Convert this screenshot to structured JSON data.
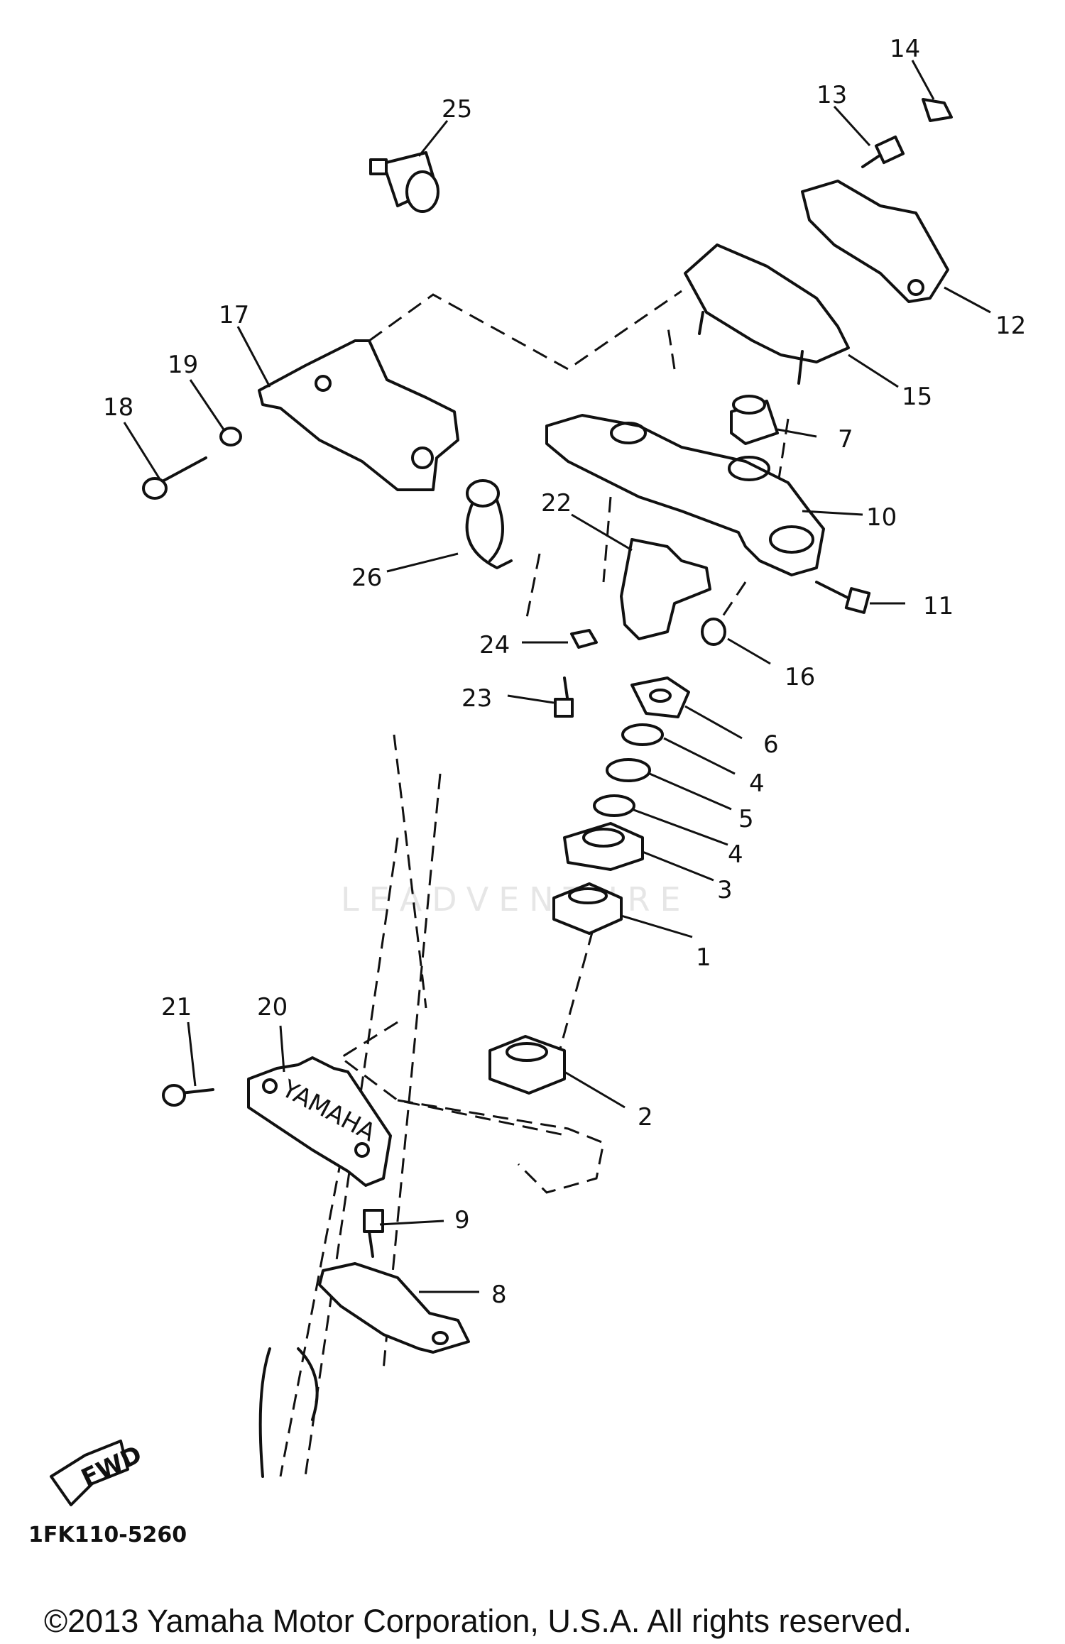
{
  "callouts": [
    "25",
    "14",
    "13",
    "12",
    "15",
    "17",
    "19",
    "18",
    "7",
    "10",
    "22",
    "26",
    "11",
    "24",
    "16",
    "23",
    "6",
    "4",
    "5",
    "4",
    "3",
    "1",
    "21",
    "20",
    "2",
    "9",
    "8"
  ],
  "diagram_code": "1FK110-5260",
  "copyright": "©2013 Yamaha Motor Corporation, U.S.A. All rights reserved.",
  "brand_text": "YAMAHA",
  "arrow_text": "FWD",
  "watermark": "LEADVENTURE"
}
